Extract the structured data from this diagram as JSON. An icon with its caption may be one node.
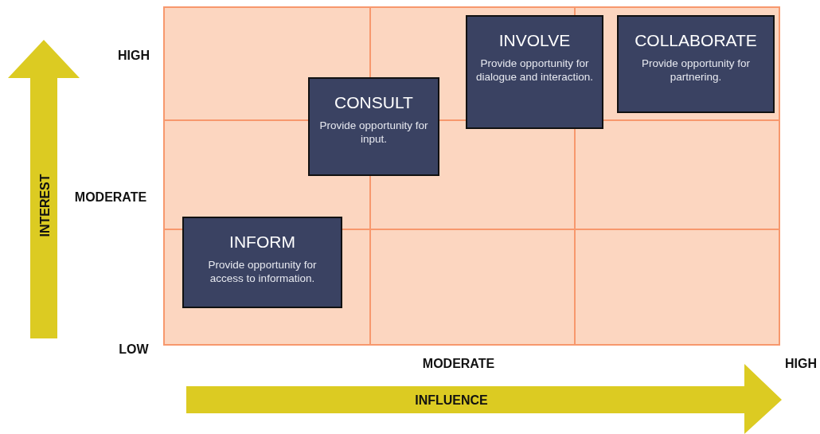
{
  "diagram": {
    "nodes": [
      {
        "text": [
          "INFORM",
          "Provide opportunity for access to information."
        ]
      },
      {
        "text": [
          "CONSULT",
          "Provide opportunity for input."
        ]
      },
      {
        "text": [
          "INVOLVE",
          "Provide opportunity for dialogue and interaction."
        ]
      },
      {
        "text": [
          "COLLABORATE",
          "Provide opportunity for partnering."
        ]
      }
    ],
    "labels": [
      "HIGH",
      "MODERATE",
      "INTEREST",
      "LOW",
      "MODERATE",
      "HIGH",
      "INFLUENCE"
    ]
  }
}
